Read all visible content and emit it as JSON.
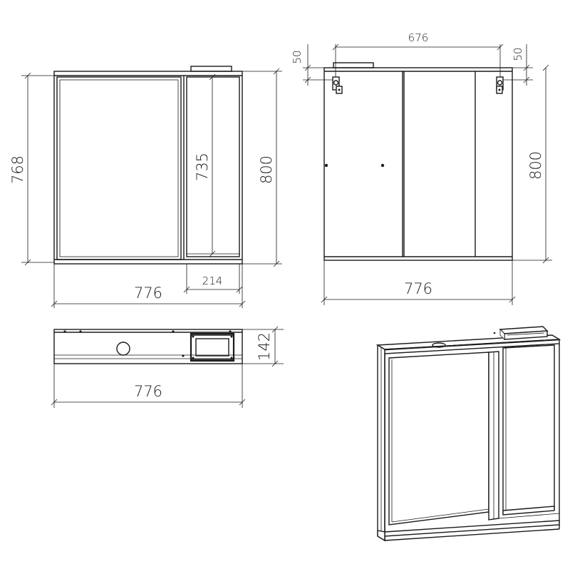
{
  "front_view": {
    "height_left": "768",
    "inner_height": "735",
    "total_height": "800",
    "shelf_width": "214",
    "width": "776"
  },
  "back_view": {
    "hanger_spacing": "676",
    "offset_left": "50",
    "offset_right": "50",
    "total_height": "800",
    "width": "776"
  },
  "top_view": {
    "depth": "142",
    "width": "776"
  }
}
